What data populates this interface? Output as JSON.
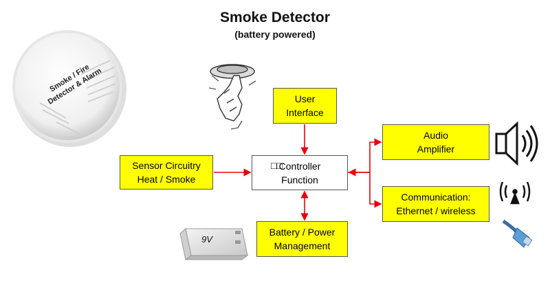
{
  "title": "Smoke Detector",
  "subtitle": "(battery powered)",
  "detector_label": "Smoke / Fire\nDetector & Alarm",
  "battery_label": "9V",
  "blocks": {
    "user_interface": "User\nInterface",
    "sensor": "Sensor Circuitry\nHeat / Smoke",
    "controller": "Controller\nFunction",
    "controller_glyph": "□□",
    "audio": "Audio\nAmplifier",
    "communication": "Communication:\nEthernet / wireless",
    "battery": "Battery / Power\nManagement"
  },
  "colors": {
    "block_fill": "#ffff00",
    "arrow": "#e8000b"
  },
  "icons": [
    "smoke-detector-device-icon",
    "hand-pressing-button-icon",
    "battery-9v-icon",
    "speaker-icon",
    "wireless-antenna-icon",
    "ethernet-cable-icon"
  ]
}
